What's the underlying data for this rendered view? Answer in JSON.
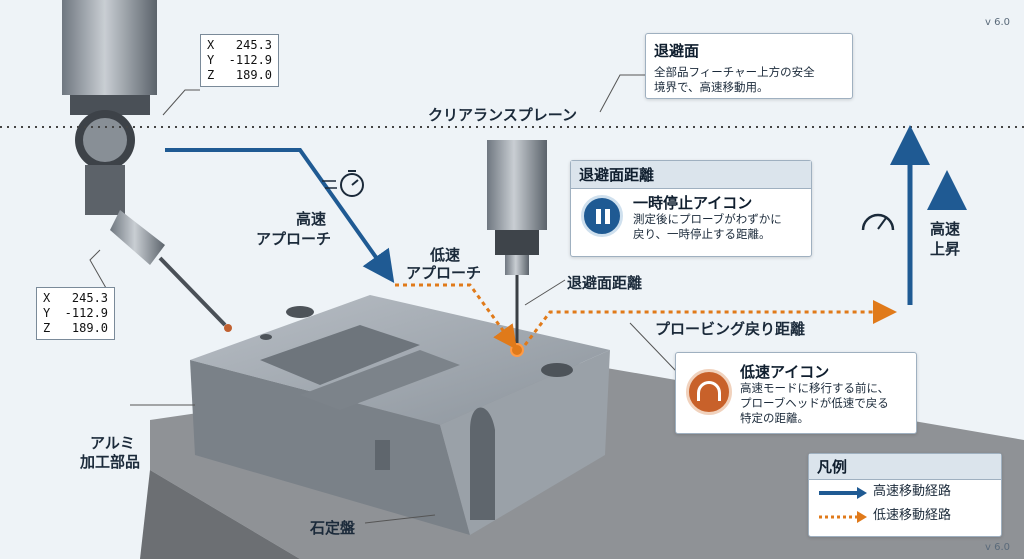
{
  "version": "v 6.0",
  "coords_top": {
    "x": "X   245.3",
    "y": "Y  -112.9",
    "z": "Z   189.0"
  },
  "coords_left": {
    "x": "X   245.3",
    "y": "Y  -112.9",
    "z": "Z   189.0"
  },
  "clearance_plane_label": "クリアランスプレーン",
  "retract_surface_card": {
    "title": "退避面",
    "text_line1": "全部品フィーチャー上方の安全",
    "text_line2": "境界で、高速移動用。"
  },
  "retract_distance_card": {
    "header": "退避面距離",
    "title": "一時停止アイコン",
    "text_line1": "測定後にプローブがわずかに",
    "text_line2": "戻り、一時停止する距離。"
  },
  "slow_icon_card": {
    "title": "低速アイコン",
    "text_line1": "高速モードに移行する前に、",
    "text_line2": "プローブヘッドが低速で戻る",
    "text_line3": "特定の距離。"
  },
  "labels": {
    "rapid_approach_1": "高速",
    "rapid_approach_2": "アプローチ",
    "slow_approach_1": "低速",
    "slow_approach_2": "アプローチ",
    "retract_distance": "退避面距離",
    "probing_return_distance": "プロービング戻り距離",
    "rapid_rise_1": "高速",
    "rapid_rise_2": "上昇",
    "part_1": "アルミ",
    "part_2": "加工部品",
    "granite_table": "石定盤"
  },
  "legend": {
    "title": "凡例",
    "rapid": "高速移動経路",
    "slow": "低速移動経路"
  },
  "colors": {
    "rapid_path": "#1f5a93",
    "slow_path": "#e07a1a",
    "accent_orange": "#c8612a"
  }
}
